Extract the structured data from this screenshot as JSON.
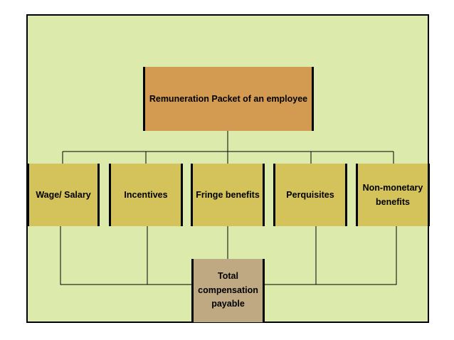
{
  "diagram": {
    "root": {
      "label": "Remuneration Packet of an employee"
    },
    "categories": [
      {
        "label": "Wage/ Salary"
      },
      {
        "label": "Incentives"
      },
      {
        "label": "Fringe benefits"
      },
      {
        "label": "Perquisites"
      },
      {
        "label": "Non-monetary benefits"
      }
    ],
    "total": {
      "label": "Total compensation payable"
    },
    "colors": {
      "background": "#dcebab",
      "root_fill": "#d39a52",
      "category_fill": "#d4c35a",
      "total_fill": "#bea983",
      "lines": "#000000"
    }
  }
}
